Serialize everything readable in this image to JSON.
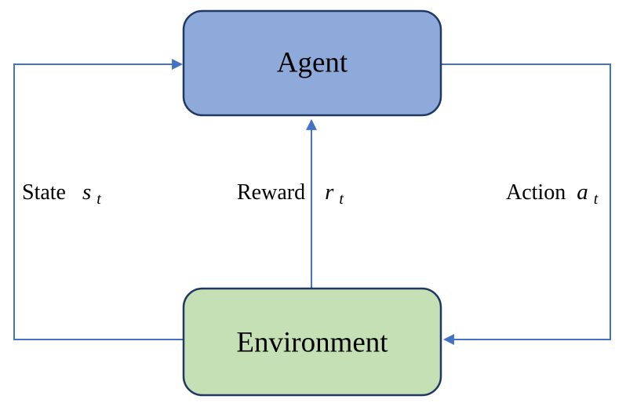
{
  "diagram": {
    "nodes": {
      "agent": {
        "label": "Agent",
        "fill": "#8EAADB",
        "border": "#1F3864"
      },
      "environment": {
        "label": "Environment",
        "fill": "#C5E0B4",
        "border": "#1F3864"
      }
    },
    "edges": {
      "state": {
        "label": "State",
        "symbol": "s",
        "subscript": "t"
      },
      "reward": {
        "label": "Reward",
        "symbol": "r",
        "subscript": "t"
      },
      "action": {
        "label": "Action",
        "symbol": "a",
        "subscript": "t"
      }
    },
    "colors": {
      "arrow": "#4472C4",
      "text": "#000000"
    }
  }
}
